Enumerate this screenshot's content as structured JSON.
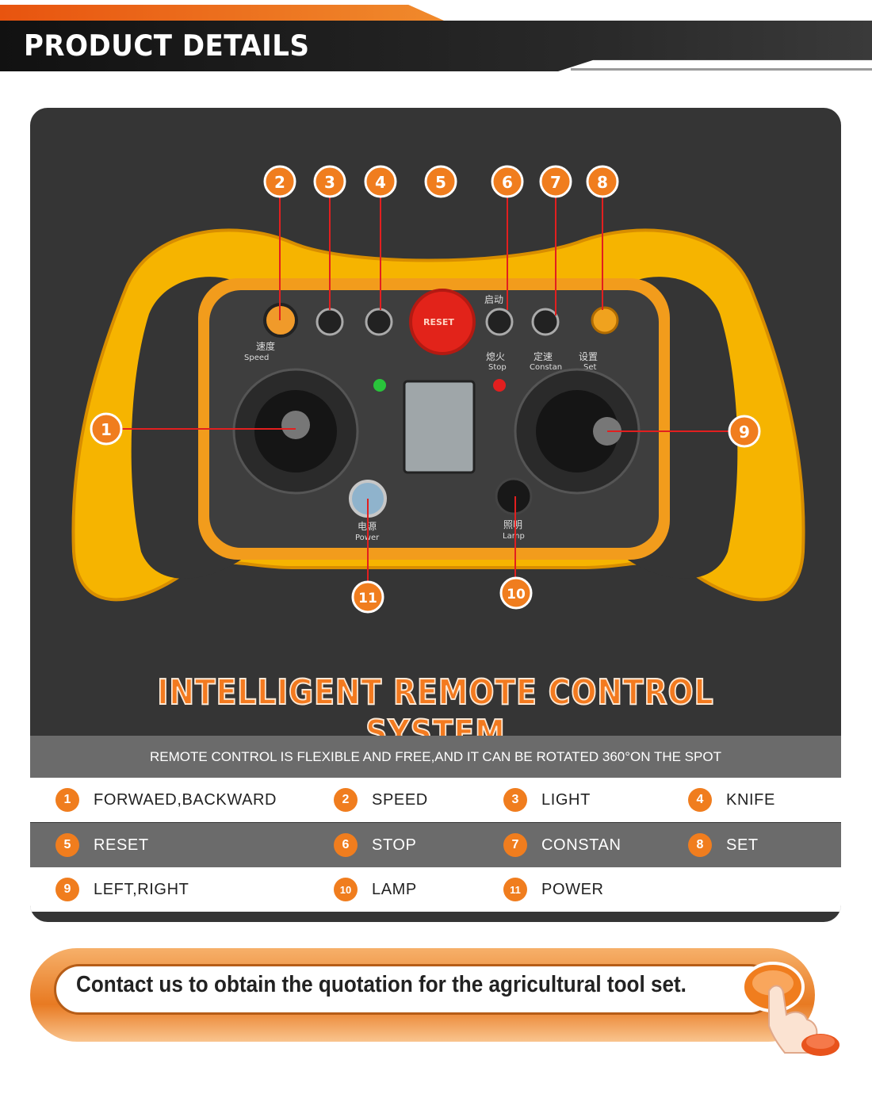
{
  "header": {
    "title": "PRODUCT DETAILS"
  },
  "photo": {
    "callouts": [
      "1",
      "2",
      "3",
      "4",
      "5",
      "6",
      "7",
      "8",
      "9",
      "10",
      "11"
    ],
    "panel_labels": {
      "speed_cn": "速度",
      "speed_en": "Speed",
      "start_cn": "启动",
      "stop_cn": "熄火",
      "stop_en": "Stop",
      "constan_cn": "定速",
      "constan_en": "Constan",
      "set_cn": "设置",
      "set_en": "Set",
      "power_cn": "电源",
      "power_en": "Power",
      "lamp_cn": "照明",
      "lamp_en": "Lamp",
      "reset_text": "RESET"
    }
  },
  "headline": "INTELLIGENT REMOTE CONTROL SYSTEM",
  "caption": "REMOTE CONTROL IS FLEXIBLE AND FREE,AND IT CAN BE ROTATED 360°ON THE SPOT",
  "legend": {
    "rows": [
      [
        {
          "num": "1",
          "label": "FORWAED,BACKWARD"
        },
        {
          "num": "2",
          "label": "SPEED"
        },
        {
          "num": "3",
          "label": "LIGHT"
        },
        {
          "num": "4",
          "label": "KNIFE"
        }
      ],
      [
        {
          "num": "5",
          "label": "RESET"
        },
        {
          "num": "6",
          "label": "STOP"
        },
        {
          "num": "7",
          "label": "CONSTAN"
        },
        {
          "num": "8",
          "label": "SET"
        }
      ],
      [
        {
          "num": "9",
          "label": "LEFT,RIGHT"
        },
        {
          "num": "10",
          "label": "LAMP"
        },
        {
          "num": "11",
          "label": "POWER"
        }
      ]
    ]
  },
  "contact": {
    "text": "Contact us to obtain the quotation for the agricultural tool set."
  },
  "colors": {
    "accent": "#f07d1e",
    "panel": "#353535",
    "bar": "#6b6b6b",
    "handle": "#f6b400"
  },
  "icons": [
    "hand-pointer-icon",
    "push-button-icon"
  ]
}
